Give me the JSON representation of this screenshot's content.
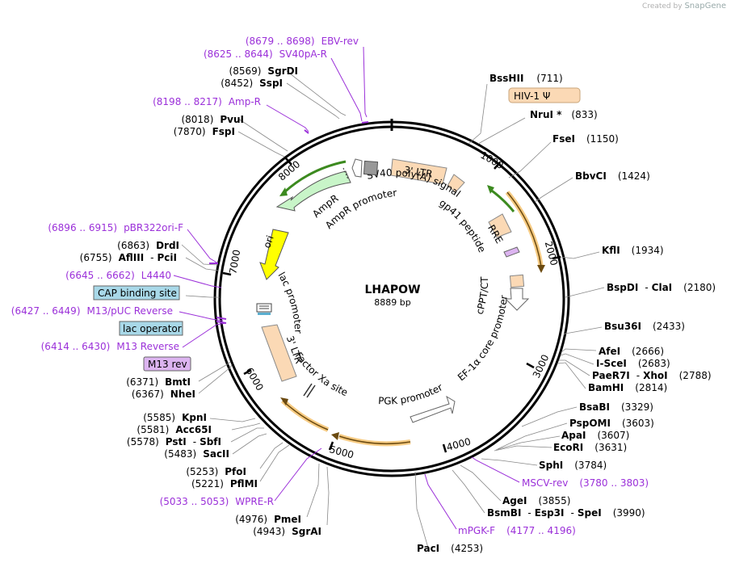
{
  "credit": {
    "prefix": "Created by",
    "brand": "SnapGene"
  },
  "plasmid": {
    "name": "LHAPOW",
    "size": "8889 bp"
  },
  "ticks": [
    "1000",
    "2000",
    "3000",
    "4000",
    "5000",
    "6000",
    "7000",
    "8000"
  ],
  "enzymes": {
    "bsshii": {
      "name": "BssHII",
      "pos": "(711)"
    },
    "hiv": {
      "name": "HIV-1 Ψ"
    },
    "nrui": {
      "name": "NruI *",
      "pos": "(833)"
    },
    "fsei": {
      "name": "FseI",
      "pos": "(1150)"
    },
    "bbvci": {
      "name": "BbvCI",
      "pos": "(1424)"
    },
    "kfli": {
      "name": "KflI",
      "pos": "(1934)"
    },
    "bspdi": {
      "name": "BspDI",
      "sep": "-",
      "name2": "ClaI",
      "pos": "(2180)"
    },
    "bsu36i": {
      "name": "Bsu36I",
      "pos": "(2433)"
    },
    "afei": {
      "name": "AfeI",
      "pos": "(2666)"
    },
    "iscei": {
      "name": "I-SceI",
      "pos": "(2683)"
    },
    "paer7i": {
      "name": "PaeR7I",
      "sep": "-",
      "name2": "XhoI",
      "pos": "(2788)"
    },
    "bamhi": {
      "name": "BamHI",
      "pos": "(2814)"
    },
    "bsabi": {
      "name": "BsaBI",
      "pos": "(3329)"
    },
    "pspomi": {
      "name": "PspOMI",
      "pos": "(3603)"
    },
    "apai": {
      "name": "ApaI",
      "pos": "(3607)"
    },
    "ecori": {
      "name": "EcoRI",
      "pos": "(3631)"
    },
    "sphi": {
      "name": "SphI",
      "pos": "(3784)"
    },
    "agei": {
      "name": "AgeI",
      "pos": "(3855)"
    },
    "bsmbi": {
      "name": "BsmBI",
      "sep": "-",
      "name2": "Esp3I",
      "sep2": "-",
      "name3": "SpeI",
      "pos": "(3990)"
    },
    "paci": {
      "name": "PacI",
      "pos": "(4253)"
    },
    "sgrai": {
      "name": "SgrAI",
      "pos": "(4943)"
    },
    "pmei": {
      "name": "PmeI",
      "pos": "(4976)"
    },
    "pflmi": {
      "name": "PflMI",
      "pos": "(5221)"
    },
    "pfoi": {
      "name": "PfoI",
      "pos": "(5253)"
    },
    "sacii": {
      "name": "SacII",
      "pos": "(5483)"
    },
    "psti": {
      "name": "PstI",
      "sep": "-",
      "name2": "SbfI",
      "pos": "(5578)"
    },
    "acc65i": {
      "name": "Acc65I",
      "pos": "(5581)"
    },
    "kpni": {
      "name": "KpnI",
      "pos": "(5585)"
    },
    "nhei": {
      "name": "NheI",
      "pos": "(6367)"
    },
    "bmti": {
      "name": "BmtI",
      "pos": "(6371)"
    },
    "m13rev": {
      "name": "M13 rev"
    },
    "lacop": {
      "name": "lac operator"
    },
    "cap": {
      "name": "CAP binding site"
    },
    "pcii": {
      "name": "PciI",
      "sep": "-",
      "name2": "AflIII",
      "pos": "(6755)"
    },
    "drdi": {
      "name": "DrdI",
      "pos": "(6863)"
    },
    "fspi": {
      "name": "FspI",
      "pos": "(7870)"
    },
    "pvui": {
      "name": "PvuI",
      "pos": "(8018)"
    },
    "sspi": {
      "name": "SspI",
      "pos": "(8452)"
    },
    "sgrdi": {
      "name": "SgrDI",
      "pos": "(8569)"
    }
  },
  "primers": {
    "ebv": {
      "range": "(8679 .. 8698)",
      "name": "EBV-rev"
    },
    "sv40pa": {
      "range": "(8625 .. 8644)",
      "name": "SV40pA-R"
    },
    "ampr": {
      "range": "(8198 .. 8217)",
      "name": "Amp-R"
    },
    "pbr": {
      "range": "(6896 .. 6915)",
      "name": "pBR322ori-F"
    },
    "l4440": {
      "range": "(6645 .. 6662)",
      "name": "L4440"
    },
    "m13puc": {
      "range": "(6427 .. 6449)",
      "name": "M13/pUC Reverse"
    },
    "m13r": {
      "range": "(6414 .. 6430)",
      "name": "M13 Reverse"
    },
    "wpre": {
      "range": "(5033 .. 5053)",
      "name": "WPRE-R"
    },
    "msclv": {
      "name": "MSCV-rev",
      "range": "(3780 .. 3803)"
    },
    "mpgk": {
      "name": "mPGK-F",
      "range": "(4177 .. 4196)"
    }
  },
  "features": {
    "ltr3a": "3' LTR",
    "sv40": "SV40 poly(A) signal",
    "gp41": "gp41 peptide",
    "rre": "RRE",
    "cppt": "cPPT/CTS",
    "ef1a": "EF-1α core promoter",
    "pgk": "PGK promoter",
    "factorxa": "Factor Xa site",
    "ltr3b": "3' LTR",
    "lacprom": "lac promoter",
    "ori": "ori",
    "ampr": "AmpR",
    "amprprom": "AmpR promoter"
  },
  "colors": {
    "primer": "#9b30d9",
    "orf_green": "#3c8a1f",
    "orf_orange": "#f0a830",
    "ltr": "#fbd9b5",
    "ampr_fill": "#c8f5c8",
    "ori_fill": "#ffff00",
    "box_blue": "#a8d8e8",
    "box_purple": "#dcb4f0"
  }
}
